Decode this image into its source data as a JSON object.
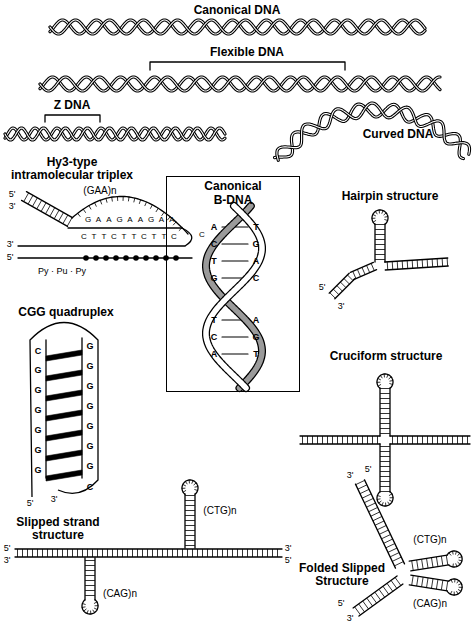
{
  "diagram": {
    "nodes": [
      {
        "text": [
          "Canonical B-DNA"
        ]
      }
    ],
    "labels": [
      "Canonical DNA",
      "Flexible DNA",
      "Z DNA",
      "Curved DNA",
      "Hy3-type intramolecular triplex",
      "5'",
      "3'",
      "(GAA)n",
      "G",
      "A",
      "A",
      "G",
      "A",
      "A",
      "G",
      "A",
      "A",
      "C",
      "T",
      "T",
      "C",
      "T",
      "T",
      "C",
      "T",
      "T",
      "C",
      "C",
      "3'",
      "5'",
      "Py · Pu · Py",
      "A",
      "T",
      "C",
      "G",
      "T",
      "A",
      "G",
      "C",
      "T",
      "A",
      "C",
      "G",
      "A",
      "T",
      "Hairpin structure",
      "5'",
      "3'",
      "CGG quadruplex",
      "G",
      "G",
      "G",
      "G",
      "G",
      "G",
      "G",
      "G",
      "G",
      "G",
      "G",
      "G",
      "G",
      "C",
      "C",
      "5'",
      "3'",
      "Cruciform structure",
      "Slipped strand structure",
      "5'",
      "3'",
      "3'",
      "5'",
      "(CTG)n",
      "(CAG)n",
      "Folded Slipped Structure",
      "3'",
      "5'",
      "(CTG)n",
      "(CAG)n",
      "5'",
      "3'"
    ]
  }
}
